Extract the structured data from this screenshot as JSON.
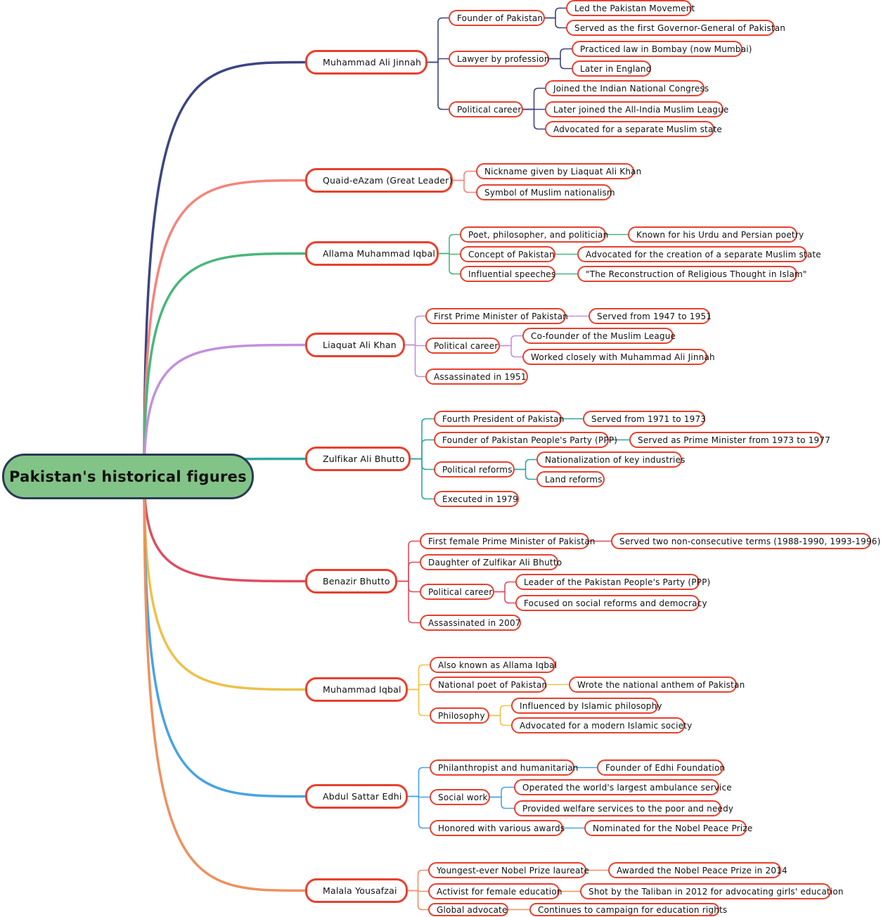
{
  "root": {
    "label": "Pakistan's historical figures"
  },
  "branches": [
    {
      "label": "Muhammad Ali Jinnah",
      "color": "#3d4582",
      "children": [
        {
          "label": "Founder of Pakistan",
          "children": [
            {
              "label": "Led the Pakistan Movement"
            },
            {
              "label": "Served as the first Governor-General of Pakistan"
            }
          ]
        },
        {
          "label": "Lawyer by profession",
          "children": [
            {
              "label": "Practiced law in Bombay (now Mumbai)"
            },
            {
              "label": "Later in England"
            }
          ]
        },
        {
          "label": "Political career",
          "children": [
            {
              "label": "Joined the Indian National Congress"
            },
            {
              "label": "Later joined the All-India Muslim League"
            },
            {
              "label": "Advocated for a separate Muslim state"
            }
          ]
        }
      ]
    },
    {
      "label": "Quaid-eAzam (Great Leader)",
      "color": "#f4847b",
      "children": [
        {
          "label": "Nickname given by Liaquat Ali Khan"
        },
        {
          "label": "Symbol of Muslim nationalism"
        }
      ]
    },
    {
      "label": "Allama Muhammad Iqbal",
      "color": "#47b77a",
      "children": [
        {
          "label": "Poet, philosopher, and politician",
          "children": [
            {
              "label": "Known for his Urdu and Persian poetry"
            }
          ]
        },
        {
          "label": "Concept of Pakistan",
          "children": [
            {
              "label": "Advocated for the creation of a separate Muslim state"
            }
          ]
        },
        {
          "label": "Influential speeches",
          "children": [
            {
              "label": "\"The Reconstruction of Religious Thought in Islam\""
            }
          ]
        }
      ]
    },
    {
      "label": "Liaquat Ali Khan",
      "color": "#c290dd",
      "children": [
        {
          "label": "First Prime Minister of Pakistan",
          "children": [
            {
              "label": "Served from 1947 to 1951"
            }
          ]
        },
        {
          "label": "Political career",
          "children": [
            {
              "label": "Co-founder of the Muslim League"
            },
            {
              "label": "Worked closely with Muhammad Ali Jinnah"
            }
          ]
        },
        {
          "label": "Assassinated in 1951"
        }
      ]
    },
    {
      "label": "Zulfikar Ali Bhutto",
      "color": "#2ea6a0",
      "children": [
        {
          "label": "Fourth President of Pakistan",
          "children": [
            {
              "label": "Served from 1971 to 1973"
            }
          ]
        },
        {
          "label": "Founder of Pakistan People's Party (PPP)",
          "children": [
            {
              "label": "Served as Prime Minister from 1973 to 1977"
            }
          ]
        },
        {
          "label": "Political reforms",
          "children": [
            {
              "label": "Nationalization of key industries"
            },
            {
              "label": "Land reforms"
            }
          ]
        },
        {
          "label": "Executed in 1979"
        }
      ]
    },
    {
      "label": "Benazir Bhutto",
      "color": "#dd4e61",
      "children": [
        {
          "label": "First female Prime Minister of Pakistan",
          "children": [
            {
              "label": "Served two non-consecutive terms (1988-1990, 1993-1996)"
            }
          ]
        },
        {
          "label": "Daughter of Zulfikar Ali Bhutto"
        },
        {
          "label": "Political career",
          "children": [
            {
              "label": "Leader of the Pakistan People's Party (PPP)"
            },
            {
              "label": "Focused on social reforms and democracy"
            }
          ]
        },
        {
          "label": "Assassinated in 2007"
        }
      ]
    },
    {
      "label": "Muhammad Iqbal",
      "color": "#ecc24a",
      "children": [
        {
          "label": "Also known as Allama Iqbal"
        },
        {
          "label": "National poet of Pakistan",
          "children": [
            {
              "label": "Wrote the national anthem of Pakistan"
            }
          ]
        },
        {
          "label": "Philosophy",
          "children": [
            {
              "label": "Influenced by Islamic philosophy"
            },
            {
              "label": "Advocated for a modern Islamic society"
            }
          ]
        }
      ]
    },
    {
      "label": "Abdul Sattar Edhi",
      "color": "#48a3e2",
      "children": [
        {
          "label": "Philanthropist and humanitarian",
          "children": [
            {
              "label": "Founder of Edhi Foundation"
            }
          ]
        },
        {
          "label": "Social work",
          "children": [
            {
              "label": "Operated the world's largest ambulance service"
            },
            {
              "label": "Provided welfare services to the poor and needy"
            }
          ]
        },
        {
          "label": "Honored with various awards",
          "children": [
            {
              "label": "Nominated for the Nobel Peace Prize"
            }
          ]
        }
      ]
    },
    {
      "label": "Malala Yousafzai",
      "color": "#ee915f",
      "children": [
        {
          "label": "Youngest-ever Nobel Prize laureate",
          "children": [
            {
              "label": "Awarded the Nobel Peace Prize in 2014"
            }
          ]
        },
        {
          "label": "Activist for female education",
          "children": [
            {
              "label": "Shot by the Taliban in 2012 for advocating girls' education"
            }
          ]
        },
        {
          "label": "Global advocate",
          "children": [
            {
              "label": "Continues to campaign for education rights"
            }
          ]
        }
      ]
    }
  ]
}
